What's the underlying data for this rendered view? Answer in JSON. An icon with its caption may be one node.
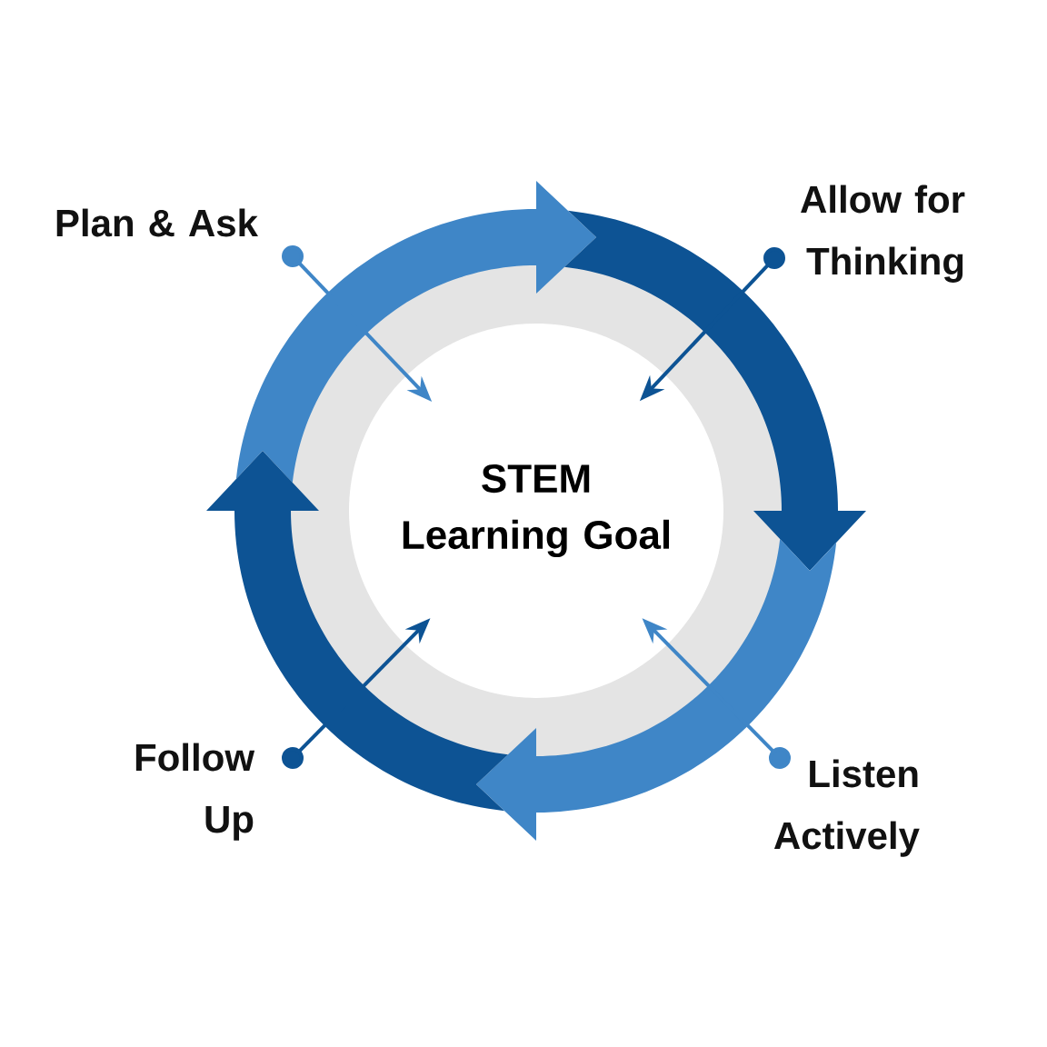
{
  "diagram": {
    "nodes": [
      {
        "text": [
          "Plan & Ask"
        ]
      },
      {
        "text": [
          "Allow for Thinking"
        ]
      },
      {
        "text": [
          "STEM Learning Goal"
        ]
      },
      {
        "text": [
          "Follow Up"
        ]
      },
      {
        "text": [
          "Listen Actively"
        ]
      }
    ],
    "edges": [
      {
        "from": 0,
        "to": 2,
        "arrow": "to",
        "color": "#3f86c7"
      },
      {
        "from": 1,
        "to": 2,
        "arrow": "to",
        "color": "#0d5394"
      },
      {
        "from": 3,
        "to": 2,
        "arrow": "to",
        "color": "#0d5394"
      },
      {
        "from": 4,
        "to": 2,
        "arrow": "to",
        "color": "#3f86c7"
      }
    ]
  }
}
